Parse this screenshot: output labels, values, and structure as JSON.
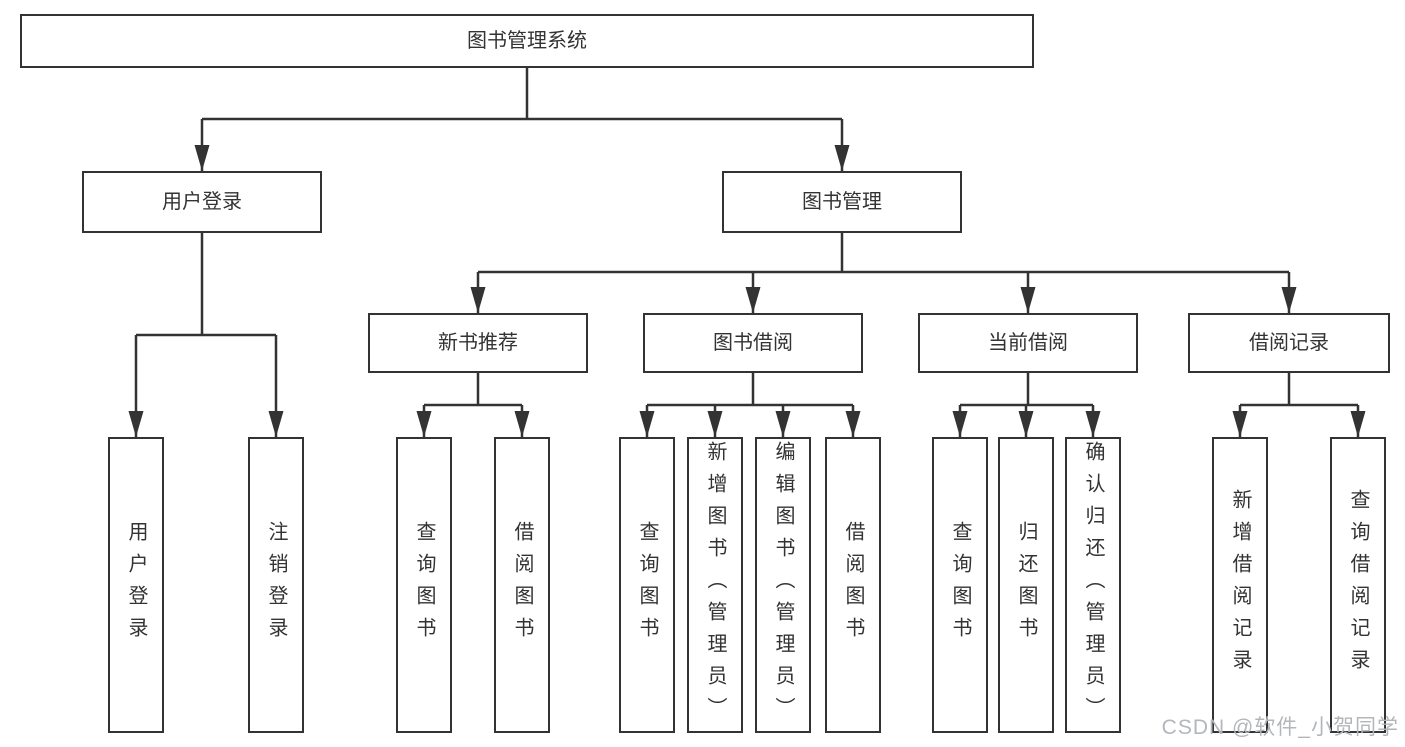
{
  "diagram": {
    "tree": {
      "label": "图书管理系统",
      "children": [
        {
          "label": "用户登录",
          "children": [
            {
              "label": "用户登录"
            },
            {
              "label": "注销登录"
            }
          ]
        },
        {
          "label": "图书管理",
          "children": [
            {
              "label": "新书推荐",
              "children": [
                {
                  "label": "查询图书"
                },
                {
                  "label": "借阅图书"
                }
              ]
            },
            {
              "label": "图书借阅",
              "children": [
                {
                  "label": "查询图书"
                },
                {
                  "label": "新增图书（管理员）"
                },
                {
                  "label": "编辑图书（管理员）"
                },
                {
                  "label": "借阅图书"
                }
              ]
            },
            {
              "label": "当前借阅",
              "children": [
                {
                  "label": "查询图书"
                },
                {
                  "label": "归还图书"
                },
                {
                  "label": "确认归还（管理员）"
                }
              ]
            },
            {
              "label": "借阅记录",
              "children": [
                {
                  "label": "新增借阅记录"
                },
                {
                  "label": "查询借阅记录"
                }
              ]
            }
          ]
        }
      ]
    },
    "watermark": {
      "text": "CSDN @软件_小贺同学"
    },
    "colors": {
      "line": "#333333",
      "box_border": "#333333",
      "text": "#333333",
      "watermark": "#b3b6ba",
      "background": "#ffffff"
    }
  }
}
